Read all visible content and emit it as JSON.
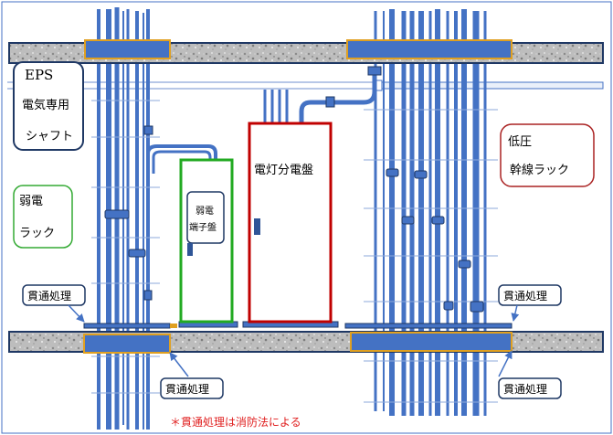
{
  "eps_box": {
    "line1": "EPS",
    "line2": "電気専用",
    "line3": "シャフト"
  },
  "weak_rack": {
    "line1": "弱電",
    "line2": "ラック"
  },
  "low_voltage_rack": {
    "line1": "低圧",
    "line2": "幹線ラック"
  },
  "weak_terminal_panel": {
    "line1": "弱電",
    "line2": "端子盤"
  },
  "lighting_panel": {
    "label": "電灯分電盤"
  },
  "penetration_labels": {
    "upper_left": "貫通処理",
    "upper_right": "貫通処理",
    "lower_left": "貫通処理",
    "lower_right": "貫通処理"
  },
  "footnote": "＊貫通処理は消防法による",
  "colors": {
    "conduit": "#4472c4",
    "conduit_dark": "#2f5597",
    "eps_border": "#1f3864",
    "weak_rack_border": "#33aa33",
    "low_rack_border": "#aa2222",
    "lighting_panel_border": "#c00000",
    "terminal_panel_border": "#22aa22",
    "sleeve_border": "#e0a020",
    "footnote": "#e02020"
  }
}
